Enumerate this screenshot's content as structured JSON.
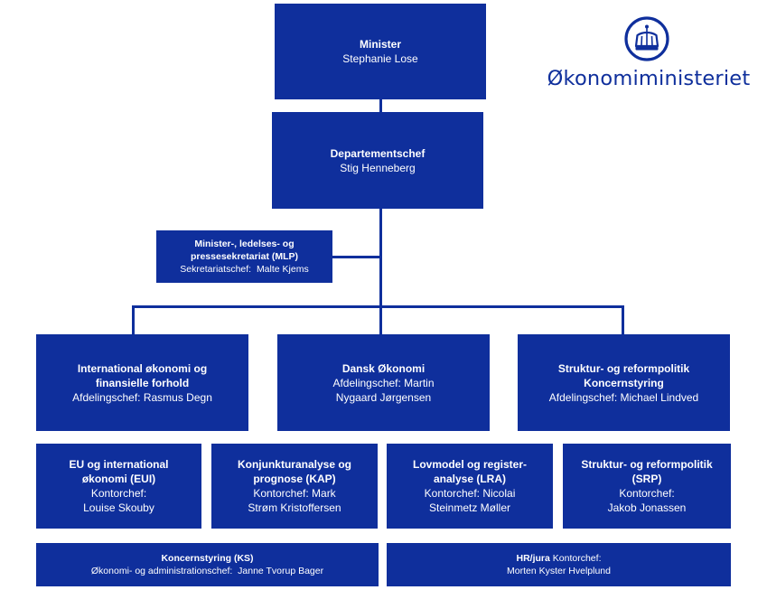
{
  "logo": {
    "text": "Økonomiministeriet",
    "icon": "crown-icon",
    "color": "#0f2f9c"
  },
  "colors": {
    "box": "#0f2f9c",
    "text": "#ffffff",
    "background": "#ffffff"
  },
  "minister": {
    "title": "Minister",
    "name": "Stephanie Lose"
  },
  "departementschef": {
    "title": "Departementschef",
    "name": "Stig Henneberg"
  },
  "mlp": {
    "title_line1": "Minister-, ledelses- og",
    "title_line2": "pressesekretariat (MLP)",
    "role": "Sekretariatschef:",
    "name": "Malte Kjems"
  },
  "divisions": [
    {
      "title_line1": "International økonomi og",
      "title_line2": "finansielle forhold",
      "subtitle": "",
      "role_line1": "Afdelingschef: Rasmus Degn",
      "role_line2": ""
    },
    {
      "title_line1": "Dansk Økonomi",
      "title_line2": "",
      "subtitle": "",
      "role_line1": "Afdelingschef: Martin",
      "role_line2": "Nygaard Jørgensen"
    },
    {
      "title_line1": "Struktur- og reformpolitik",
      "title_line2": "Koncernstyring",
      "subtitle": "",
      "role_line1": "Afdelingschef: Michael Lindved",
      "role_line2": ""
    }
  ],
  "offices": [
    {
      "title_line1": "EU og international",
      "title_line2": "økonomi (EUI)",
      "role_line1": "Kontorchef:",
      "role_line2": "Louise Skouby"
    },
    {
      "title_line1": "Konjunkturanalyse og",
      "title_line2": "prognose (KAP)",
      "role_line1": "Kontorchef: Mark",
      "role_line2": "Strøm Kristoffersen"
    },
    {
      "title_line1": "Lovmodel og register-",
      "title_line2": "analyse (LRA)",
      "role_line1": "Kontorchef: Nicolai",
      "role_line2": "Steinmetz Møller"
    },
    {
      "title_line1": "Struktur- og reformpolitik",
      "title_line2": "(SRP)",
      "role_line1": "Kontorchef:",
      "role_line2": "Jakob Jonassen"
    }
  ],
  "ks": {
    "title": "Koncernstyring (KS)",
    "role": "Økonomi- og administrationschef:",
    "name": "Janne Tvorup Bager"
  },
  "hr": {
    "title": "HR/jura",
    "role": "Kontorchef:",
    "name": "Morten Kyster Hvelplund"
  }
}
